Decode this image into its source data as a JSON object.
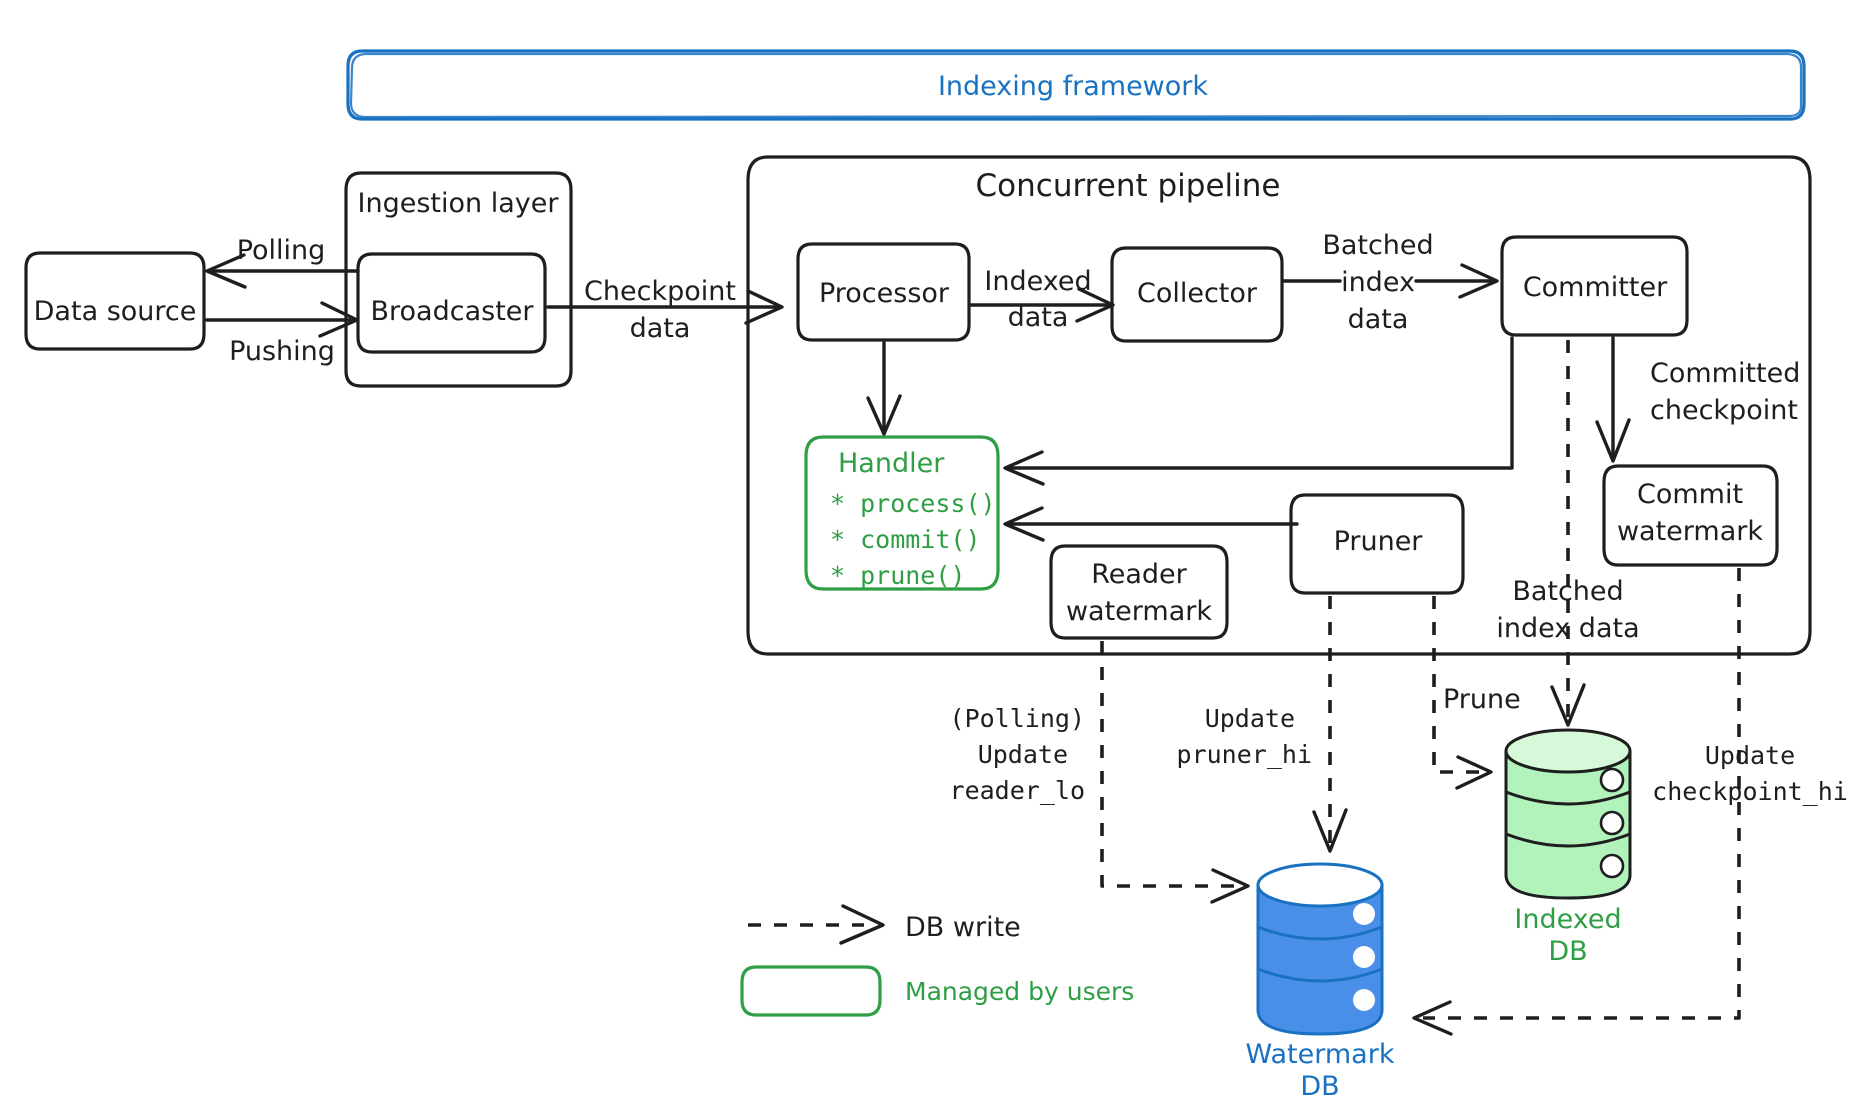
{
  "diagram": {
    "title": "Indexing framework",
    "framework_banner_color": "#1971c2",
    "user_managed_color": "#2f9e44"
  },
  "containers": {
    "framework": "Indexing framework",
    "ingestion_layer": "Ingestion layer",
    "concurrent_pipeline": "Concurrent pipeline"
  },
  "nodes": {
    "data_source": "Data source",
    "broadcaster": "Broadcaster",
    "processor": "Processor",
    "collector": "Collector",
    "committer": "Committer",
    "commit_watermark_line1": "Commit",
    "commit_watermark_line2": "watermark",
    "reader_watermark_line1": "Reader",
    "reader_watermark_line2": "watermark",
    "pruner": "Pruner",
    "handler": {
      "title": "Handler",
      "methods": [
        "* process()",
        "* commit()",
        "* prune()"
      ]
    }
  },
  "databases": {
    "watermark_db_line1": "Watermark",
    "watermark_db_line2": "DB",
    "watermark_db_color": "#1971c2",
    "indexed_db_line1": "Indexed",
    "indexed_db_line2": "DB",
    "indexed_db_color": "#2f9e44"
  },
  "edge_labels": {
    "polling": "Polling",
    "pushing": "Pushing",
    "checkpoint_data_line1": "Checkpoint",
    "checkpoint_data_line2": "data",
    "indexed_data_line1": "Indexed",
    "indexed_data_line2": "data",
    "batched_index_data_line1": "Batched",
    "batched_index_data_line2": "index",
    "batched_index_data_line3": "data",
    "committed_checkpoint_line1": "Committed",
    "committed_checkpoint_line2": "checkpoint",
    "batched_index_data_2_line1": "Batched",
    "batched_index_data_2_line2": "index data",
    "prune": "Prune",
    "polling_update_reader_lo_line1": "(Polling)",
    "polling_update_reader_lo_line2": "Update",
    "polling_update_reader_lo_line3": "reader_lo",
    "update_pruner_hi_line1": "Update",
    "update_pruner_hi_line2": "pruner_hi",
    "update_checkpoint_hi_line1": "Update",
    "update_checkpoint_hi_line2": "checkpoint_hi"
  },
  "legend": {
    "db_write": "DB write",
    "managed_by_users": "Managed by users"
  }
}
